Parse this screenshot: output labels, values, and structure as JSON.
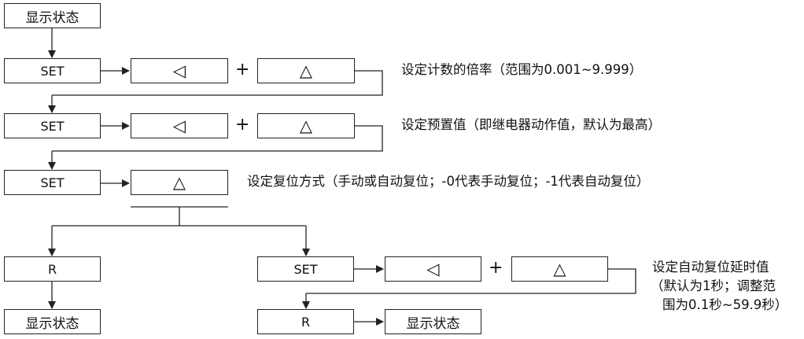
{
  "boxes": {
    "start": "显示状态",
    "set1": "SET",
    "set2": "SET",
    "set3": "SET",
    "r_left": "R",
    "end_left": "显示状态",
    "set4": "SET",
    "r_right": "R",
    "end_right": "显示状态"
  },
  "keys": {
    "left_arrow": "◁",
    "up_arrow": "△",
    "plus": "+"
  },
  "notes": {
    "step1": "设定计数的倍率（范围为0.001~9.999）",
    "step2": "设定预置值（即继电器动作值，默认为最高）",
    "step3": "设定复位方式（手动或自动复位；-0代表手动复位；-1代表自动复位）",
    "step4_line1": "设定自动复位延时值",
    "step4_line2": "（默认为1秒；调整范",
    "step4_line3": "围为0.1秒~59.9秒）"
  },
  "colors": {
    "line": "#222222",
    "text": "#111111",
    "background": "#ffffff"
  }
}
